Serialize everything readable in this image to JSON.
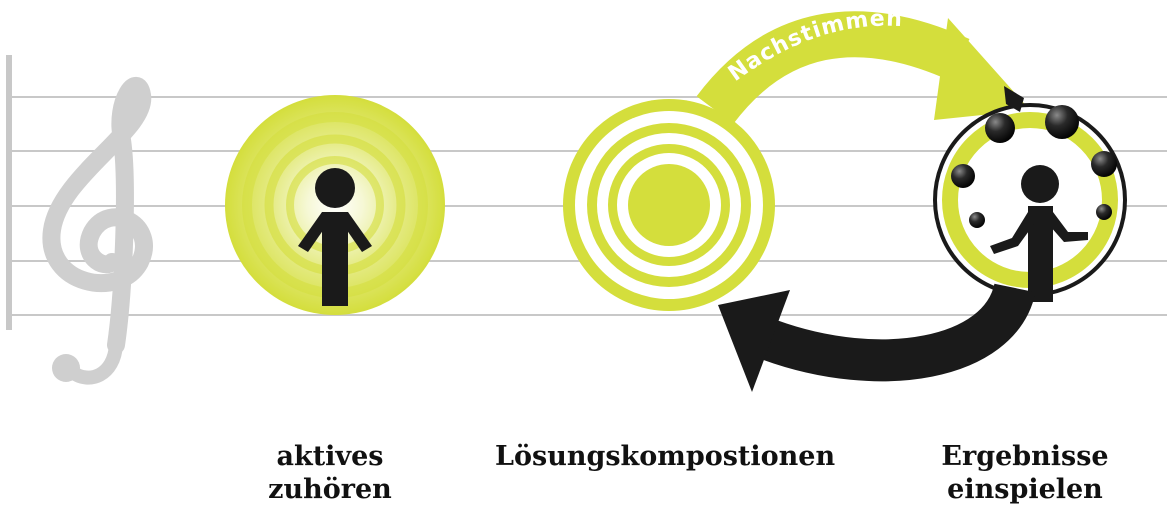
{
  "arrow_label": "Nachstimmen",
  "captions": {
    "listening": [
      "aktives",
      "zuhören"
    ],
    "solutions": [
      "Lösungskompostionen"
    ],
    "playing": [
      "Ergebnisse",
      "einspielen"
    ]
  },
  "colors": {
    "accent": "#d4de3c",
    "accent_light": "#f3f6c4",
    "dark": "#1a1a1a",
    "staff": "#c8c8c8",
    "clef": "#cfcfcf"
  }
}
